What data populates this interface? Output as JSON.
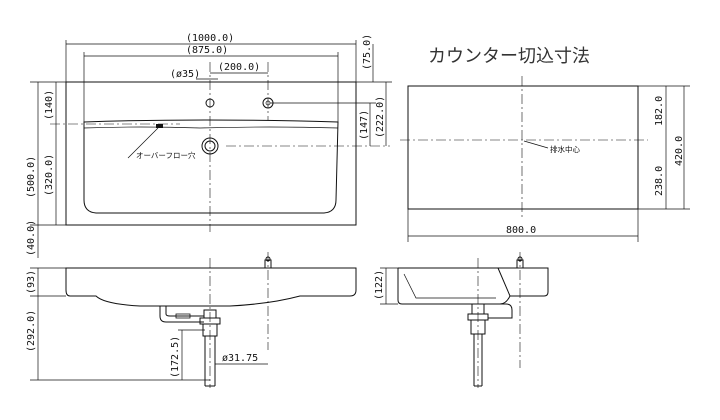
{
  "title": "カウンター切込寸法",
  "labels": {
    "overflow_hole": "オーバーフロー穴",
    "drain_center": "排水中心"
  },
  "dimensions": {
    "w1000": "(1000.0)",
    "w875": "(875.0)",
    "w200": "(200.0)",
    "d35": "(ø35)",
    "h75": "(75.0)",
    "h222": "(222.0)",
    "h147": "(147)",
    "h140": "(140)",
    "h500": "(500.0)",
    "h320": "(320.0)",
    "h40": "(40.0)",
    "cut182": "182.0",
    "cut420": "420.0",
    "cut238": "238.0",
    "cut800": "800.0",
    "h93": "(93)",
    "h292": "(292.0)",
    "h172": "(172.5)",
    "d3175": "ø31.75",
    "h122": "(122)"
  }
}
